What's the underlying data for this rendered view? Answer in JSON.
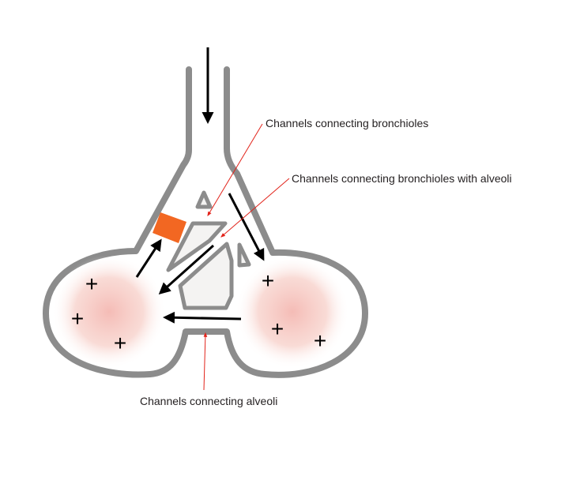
{
  "labels": {
    "bronchiole_channels": "Channels connecting bronchioles",
    "bronchiole_alveoli_channels": "Channels connecting bronchioles with alveoli",
    "alveoli_channels": "Channels connecting alveoli"
  },
  "symbols": {
    "positive_charge": "+"
  },
  "colors": {
    "wall": "#8c8c8c",
    "lumen": "#ffffff",
    "channel_fill": "#f4f3f2",
    "blockage": "#f26722",
    "alveolus_glow": "#f6c9c2",
    "leader_line": "#e2231a",
    "arrow": "#000000"
  }
}
